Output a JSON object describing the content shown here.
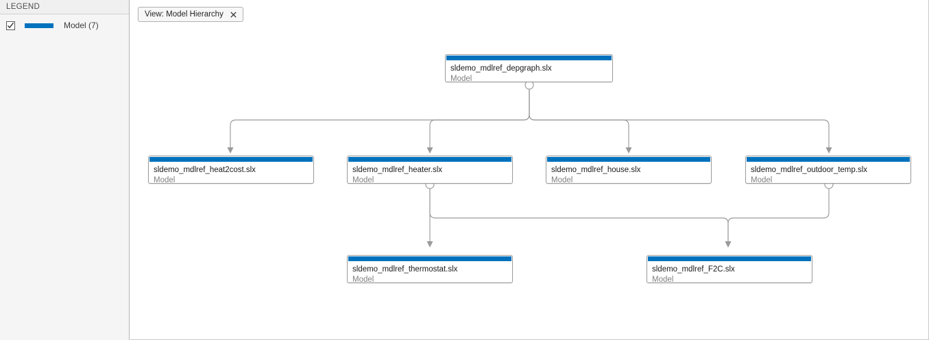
{
  "legend": {
    "header": "LEGEND",
    "checkbox_checked": true,
    "swatch_color": "#0072bd",
    "label": "Model (7)",
    "checkbox_icon": "checkmark-icon"
  },
  "view_tab": {
    "label": "View: Model Hierarchy",
    "close_icon": "close-icon"
  },
  "graph": {
    "node_subtitle": "Model",
    "node_accent_color": "#0072bd",
    "edge_color": "#9a9a9a",
    "nodes": [
      {
        "id": "depgraph",
        "title": "sldemo_mdlref_depgraph.slx",
        "subtitle": "Model"
      },
      {
        "id": "heat2cost",
        "title": "sldemo_mdlref_heat2cost.slx",
        "subtitle": "Model"
      },
      {
        "id": "heater",
        "title": "sldemo_mdlref_heater.slx",
        "subtitle": "Model"
      },
      {
        "id": "house",
        "title": "sldemo_mdlref_house.slx",
        "subtitle": "Model"
      },
      {
        "id": "outdoor_temp",
        "title": "sldemo_mdlref_outdoor_temp.slx",
        "subtitle": "Model"
      },
      {
        "id": "thermostat",
        "title": "sldemo_mdlref_thermostat.slx",
        "subtitle": "Model"
      },
      {
        "id": "f2c",
        "title": "sldemo_mdlref_F2C.slx",
        "subtitle": "Model"
      }
    ],
    "edges": [
      {
        "from": "depgraph",
        "to": "heat2cost"
      },
      {
        "from": "depgraph",
        "to": "heater"
      },
      {
        "from": "depgraph",
        "to": "house"
      },
      {
        "from": "depgraph",
        "to": "outdoor_temp"
      },
      {
        "from": "heater",
        "to": "thermostat"
      },
      {
        "from": "heater",
        "to": "f2c"
      },
      {
        "from": "outdoor_temp",
        "to": "f2c"
      }
    ]
  }
}
